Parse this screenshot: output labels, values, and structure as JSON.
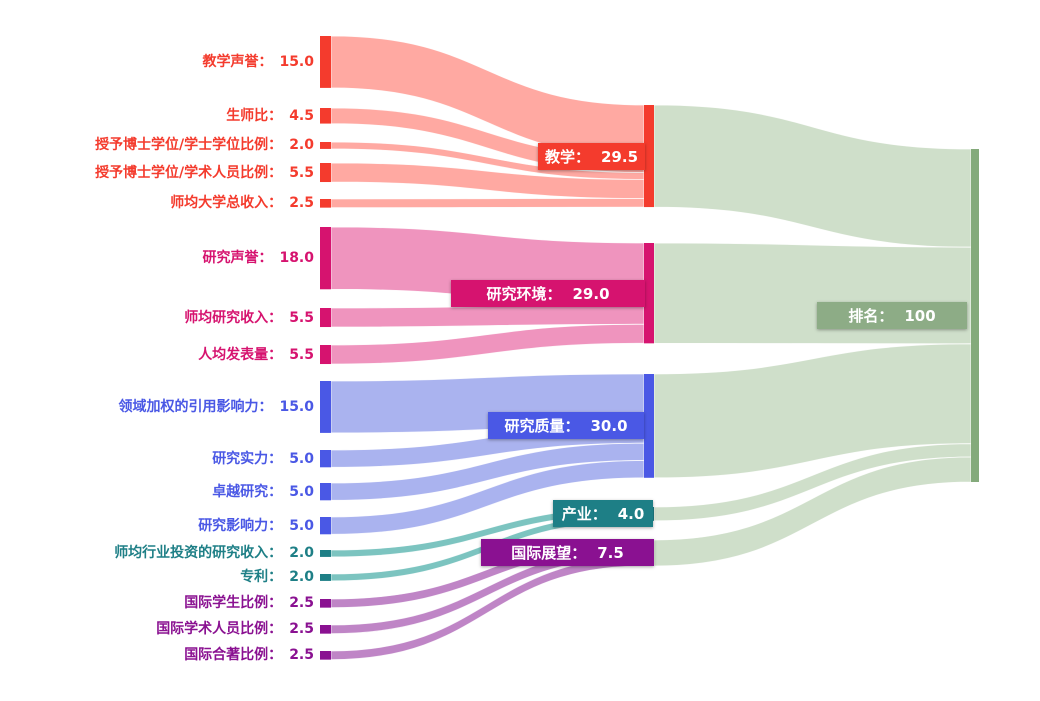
{
  "chart_data": {
    "type": "sankey",
    "title": "",
    "background": "#ffffff",
    "separator": "：",
    "legend_position": "none",
    "grid": false,
    "groups": {
      "teaching": {
        "node_color": "#f43b2d",
        "flow_color": "#ffa9a2"
      },
      "research_environment": {
        "node_color": "#d6136f",
        "flow_color": "#ef94be"
      },
      "research_quality": {
        "node_color": "#4a58e5",
        "flow_color": "#aab3ef"
      },
      "industry": {
        "node_color": "#1e7f86",
        "flow_color": "#7cc4c0"
      },
      "international_outlook": {
        "node_color": "#8a1191",
        "flow_color": "#bf85c6"
      },
      "rank": {
        "node_color": "#84aa7b",
        "flow_color": "#cfdfca",
        "box_color": "#8dac86"
      }
    },
    "nodes": [
      {
        "id": "teaching-reputation",
        "label": "教学声誉",
        "value": 15.0,
        "display": "15.0",
        "column": 0,
        "group": "teaching"
      },
      {
        "id": "student-staff-ratio",
        "label": "生师比",
        "value": 4.5,
        "display": "4.5",
        "column": 0,
        "group": "teaching"
      },
      {
        "id": "doctorate-bachelor-ratio",
        "label": "授予博士学位/学士学位比例",
        "value": 2.0,
        "display": "2.0",
        "column": 0,
        "group": "teaching"
      },
      {
        "id": "doctorate-staff-ratio",
        "label": "授予博士学位/学术人员比例",
        "value": 5.5,
        "display": "5.5",
        "column": 0,
        "group": "teaching"
      },
      {
        "id": "institutional-income",
        "label": "师均大学总收入",
        "value": 2.5,
        "display": "2.5",
        "column": 0,
        "group": "teaching"
      },
      {
        "id": "research-reputation",
        "label": "研究声誉",
        "value": 18.0,
        "display": "18.0",
        "column": 0,
        "group": "research_environment"
      },
      {
        "id": "research-income",
        "label": "师均研究收入",
        "value": 5.5,
        "display": "5.5",
        "column": 0,
        "group": "research_environment"
      },
      {
        "id": "research-productivity",
        "label": "人均发表量",
        "value": 5.5,
        "display": "5.5",
        "column": 0,
        "group": "research_environment"
      },
      {
        "id": "citation-impact",
        "label": "领域加权的引用影响力",
        "value": 15.0,
        "display": "15.0",
        "column": 0,
        "group": "research_quality"
      },
      {
        "id": "research-strength",
        "label": "研究实力",
        "value": 5.0,
        "display": "5.0",
        "column": 0,
        "group": "research_quality"
      },
      {
        "id": "research-excellence",
        "label": "卓越研究",
        "value": 5.0,
        "display": "5.0",
        "column": 0,
        "group": "research_quality"
      },
      {
        "id": "research-influence",
        "label": "研究影响力",
        "value": 5.0,
        "display": "5.0",
        "column": 0,
        "group": "research_quality"
      },
      {
        "id": "industry-income",
        "label": "师均行业投资的研究收入",
        "value": 2.0,
        "display": "2.0",
        "column": 0,
        "group": "industry"
      },
      {
        "id": "patents",
        "label": "专利",
        "value": 2.0,
        "display": "2.0",
        "column": 0,
        "group": "industry"
      },
      {
        "id": "international-students",
        "label": "国际学生比例",
        "value": 2.5,
        "display": "2.5",
        "column": 0,
        "group": "international_outlook"
      },
      {
        "id": "international-staff",
        "label": "国际学术人员比例",
        "value": 2.5,
        "display": "2.5",
        "column": 0,
        "group": "international_outlook"
      },
      {
        "id": "international-coauthor",
        "label": "国际合著比例",
        "value": 2.5,
        "display": "2.5",
        "column": 0,
        "group": "international_outlook"
      },
      {
        "id": "teaching",
        "label": "教学",
        "value": 29.5,
        "display": "29.5",
        "column": 1,
        "group": "teaching"
      },
      {
        "id": "research-environment",
        "label": "研究环境",
        "value": 29.0,
        "display": "29.0",
        "column": 1,
        "group": "research_environment"
      },
      {
        "id": "research-quality",
        "label": "研究质量",
        "value": 30.0,
        "display": "30.0",
        "column": 1,
        "group": "research_quality"
      },
      {
        "id": "industry",
        "label": "产业",
        "value": 4.0,
        "display": "4.0",
        "column": 1,
        "group": "industry"
      },
      {
        "id": "international-outlook",
        "label": "国际展望",
        "value": 7.5,
        "display": "7.5",
        "column": 1,
        "group": "international_outlook"
      },
      {
        "id": "rank",
        "label": "排名",
        "value": 100,
        "display": "100",
        "column": 2,
        "group": "rank"
      }
    ],
    "links": [
      {
        "source": "teaching-reputation",
        "target": "teaching",
        "value": 15.0
      },
      {
        "source": "student-staff-ratio",
        "target": "teaching",
        "value": 4.5
      },
      {
        "source": "doctorate-bachelor-ratio",
        "target": "teaching",
        "value": 2.0
      },
      {
        "source": "doctorate-staff-ratio",
        "target": "teaching",
        "value": 5.5
      },
      {
        "source": "institutional-income",
        "target": "teaching",
        "value": 2.5
      },
      {
        "source": "research-reputation",
        "target": "research-environment",
        "value": 18.0
      },
      {
        "source": "research-income",
        "target": "research-environment",
        "value": 5.5
      },
      {
        "source": "research-productivity",
        "target": "research-environment",
        "value": 5.5
      },
      {
        "source": "citation-impact",
        "target": "research-quality",
        "value": 15.0
      },
      {
        "source": "research-strength",
        "target": "research-quality",
        "value": 5.0
      },
      {
        "source": "research-excellence",
        "target": "research-quality",
        "value": 5.0
      },
      {
        "source": "research-influence",
        "target": "research-quality",
        "value": 5.0
      },
      {
        "source": "industry-income",
        "target": "industry",
        "value": 2.0
      },
      {
        "source": "patents",
        "target": "industry",
        "value": 2.0
      },
      {
        "source": "international-students",
        "target": "international-outlook",
        "value": 2.5
      },
      {
        "source": "international-staff",
        "target": "international-outlook",
        "value": 2.5
      },
      {
        "source": "international-coauthor",
        "target": "international-outlook",
        "value": 2.5
      }
    ],
    "links_to_total": [
      {
        "source": "teaching",
        "target": "rank",
        "value": 29.5
      },
      {
        "source": "research-environment",
        "target": "rank",
        "value": 29.0
      },
      {
        "source": "research-quality",
        "target": "rank",
        "value": 30.0
      },
      {
        "source": "industry",
        "target": "rank",
        "value": 4.0
      },
      {
        "source": "international-outlook",
        "target": "rank",
        "value": 7.5
      }
    ]
  }
}
